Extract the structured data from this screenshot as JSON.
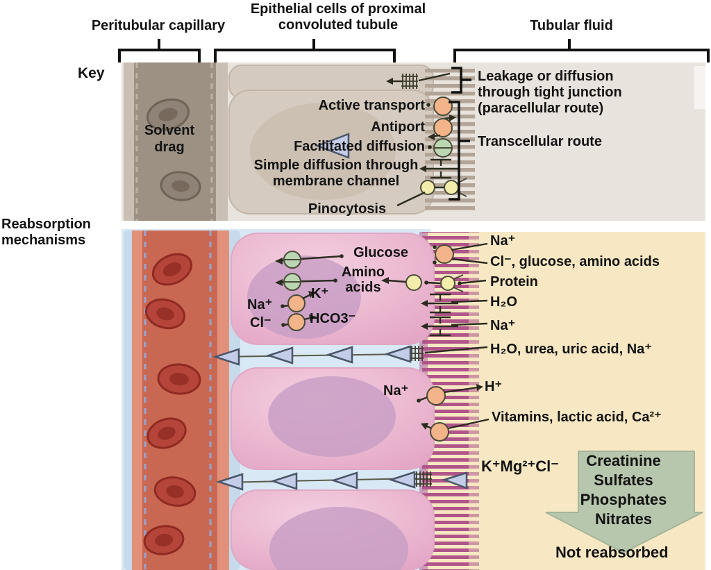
{
  "title_row": {
    "peritubular": "Peritubular capillary",
    "epithelial": "Epithelial cells of proximal convoluted tubule",
    "tubular": "Tubular fluid"
  },
  "side": {
    "key": "Key",
    "reabsorption": "Reabsorption mechanisms"
  },
  "key_panel": {
    "solvent_drag": "Solvent drag",
    "active_transport": "Active transport",
    "antiport": "Antiport",
    "facilitated_diffusion": "Facilitated diffusion",
    "simple_diffusion": "Simple diffusion through membrane channel",
    "pinocytosis": "Pinocytosis",
    "leakage": "Leakage or diffusion through tight junction (paracellular route)",
    "transcellular": "Transcellular route",
    "icons": [
      "tight-junction-icon",
      "active-transport-circle",
      "antiport-circle",
      "facilitated-diffusion-circle",
      "membrane-channel-icon",
      "pinocytosis-vesicles",
      "solvent-drag-triangle"
    ]
  },
  "cell_labels": {
    "glucose": "Glucose",
    "amino_acids": "Amino acids",
    "na_pump": "Na⁺",
    "k_pump": "K⁺",
    "cl_exchanger": "Cl⁻",
    "hco3": "HCO3⁻",
    "na_antiport": "Na⁺"
  },
  "tubular_labels": {
    "na_symport": "Na⁺",
    "cl_glucose_aa": "Cl⁻, glucose, amino acids",
    "protein": "Protein",
    "h2o_channel": "H₂O",
    "na_channel": "Na⁺",
    "paracellular": "H₂O, urea, uric acid, Na⁺",
    "h_secretion": "H⁺",
    "vitamins": "Vitamins, lactic acid, Ca²⁺",
    "k_mg_cl": "K⁺Mg²⁺Cl⁻"
  },
  "not_reabsorbed": {
    "lines": [
      "Creatinine",
      "Sulfates",
      "Phosphates",
      "Nitrates"
    ],
    "caption": "Not reabsorbed"
  },
  "colors": {
    "tubular_fluid": "#f7e8c3",
    "interstitial_fluid": "#d8e8f4",
    "cell_pink": "#e9b4cd",
    "nucleus": "#c99fc6",
    "microvilli": "#b0548a",
    "capillary_wall": "#e2907a",
    "capillary_lumen": "#c96852",
    "red_blood_cell": "#b5453a",
    "key_background": "#e9e3dd",
    "transport_orange": "#f2b488",
    "carrier_green": "#bad6b2",
    "vesicle_yellow": "#f2edaa",
    "route_triangle": "#c3cde8",
    "not_reabsorbed_arrow": "#b7c7ad"
  }
}
